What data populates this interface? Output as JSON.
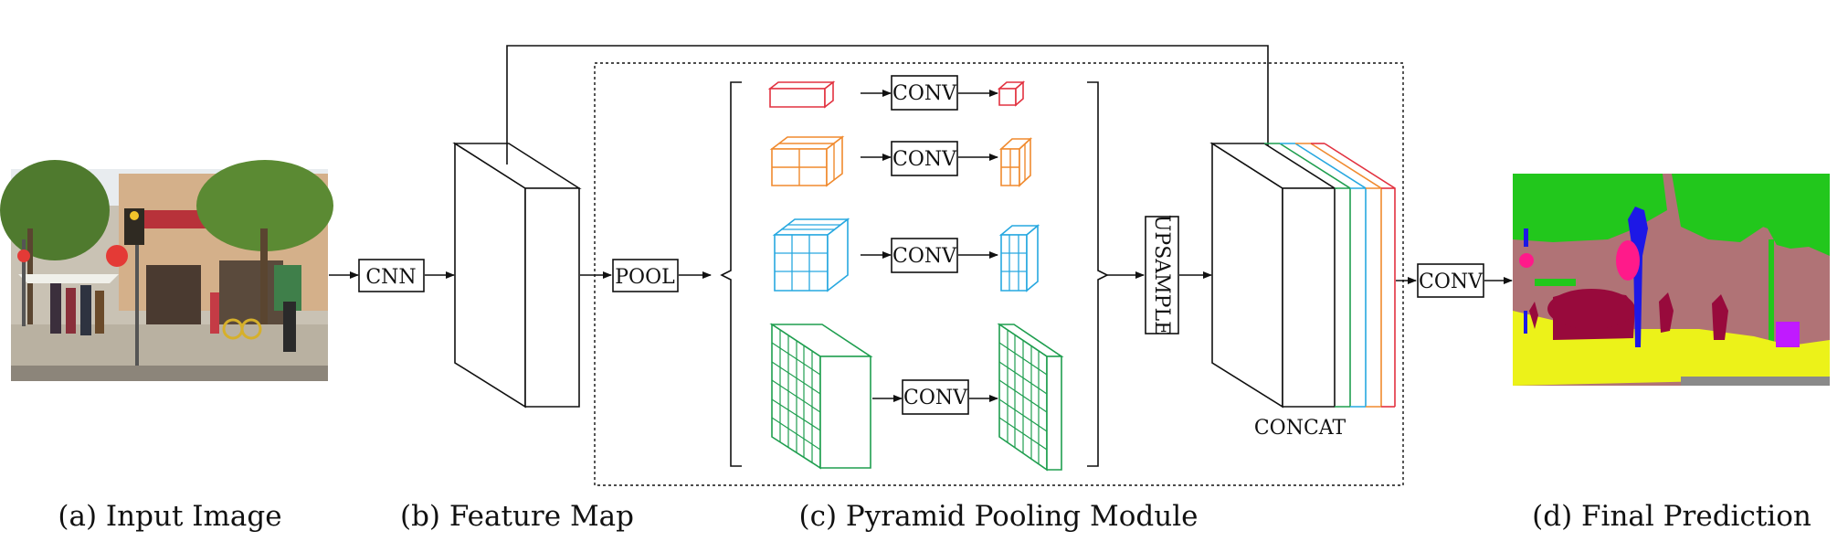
{
  "captions": {
    "input": "(a) Input Image",
    "feature": "(b) Feature Map",
    "ppm": "(c) Pyramid Pooling Module",
    "prediction": "(d) Final Prediction"
  },
  "labels": {
    "cnn": "CNN",
    "pool": "POOL",
    "conv": "CONV",
    "upsample": "UPSAMPLE",
    "concat": "CONCAT"
  },
  "colors": {
    "red": "#e23240",
    "orange": "#f08a2e",
    "blue": "#27a8e0",
    "green": "#1f9e4f",
    "seg_green": "#22c71c",
    "seg_mauve": "#b07376",
    "seg_yellow": "#ecf219",
    "seg_crimson": "#980a3c",
    "seg_blue": "#1d18e6",
    "seg_pink": "#ff1a8a",
    "seg_purple": "#c01aff",
    "seg_gray": "#8a8a8a"
  },
  "pyramid_levels": [
    {
      "name": "red",
      "grid": 1
    },
    {
      "name": "orange",
      "grid": 2
    },
    {
      "name": "blue",
      "grid": 3
    },
    {
      "name": "green",
      "grid": 6
    }
  ]
}
